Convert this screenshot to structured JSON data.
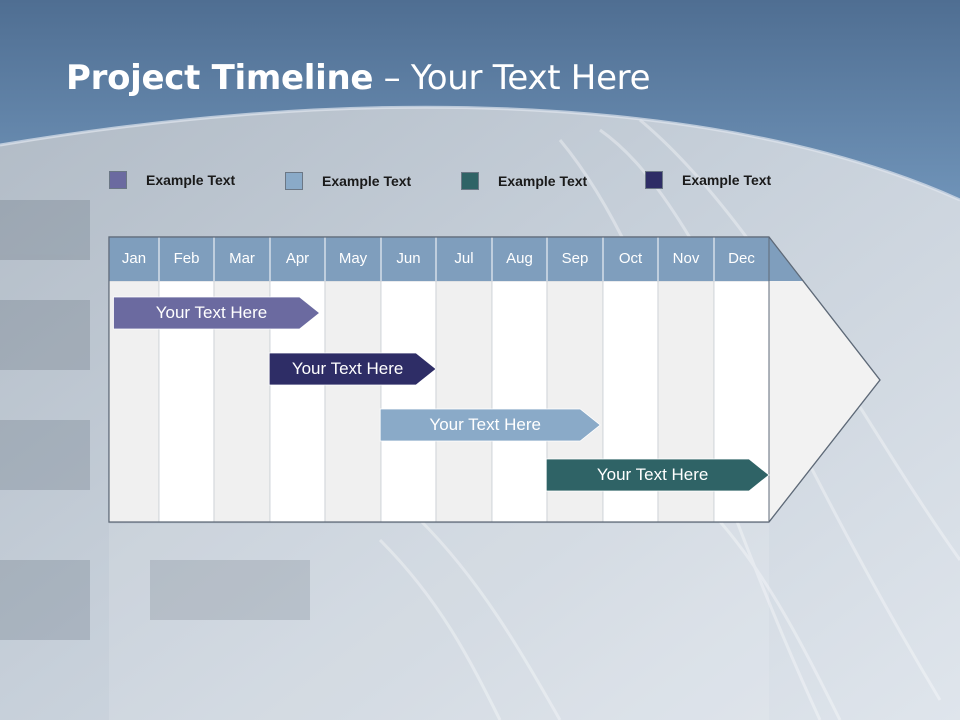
{
  "slide": {
    "title_bold": "Project Timeline",
    "title_rest": " – Your Text Here"
  },
  "legend": [
    {
      "label": "Example Text",
      "color": "#6b6aa0"
    },
    {
      "label": "Example Text",
      "color": "#8aaac8"
    },
    {
      "label": "Example Text",
      "color": "#2f6366"
    },
    {
      "label": "Example Text",
      "color": "#2e2d66"
    }
  ],
  "timeline": {
    "months": [
      "Jan",
      "Feb",
      "Mar",
      "Apr",
      "May",
      "Jun",
      "Jul",
      "Aug",
      "Sep",
      "Oct",
      "Nov",
      "Dec"
    ],
    "header_color": "#7f9ebd",
    "tasks": [
      {
        "label": "Your  Text Here",
        "start_month": 0.05,
        "end_month": 3.9,
        "color": "#6b6aa0"
      },
      {
        "label": "Your  Text Here",
        "start_month": 2.95,
        "end_month": 6.0,
        "color": "#2e2d66"
      },
      {
        "label": "Your  Text Here",
        "start_month": 4.95,
        "end_month": 8.95,
        "color": "#8aaac8"
      },
      {
        "label": "Your  Text Here",
        "start_month": 7.95,
        "end_month": 12.0,
        "color": "#2f6366"
      }
    ]
  }
}
